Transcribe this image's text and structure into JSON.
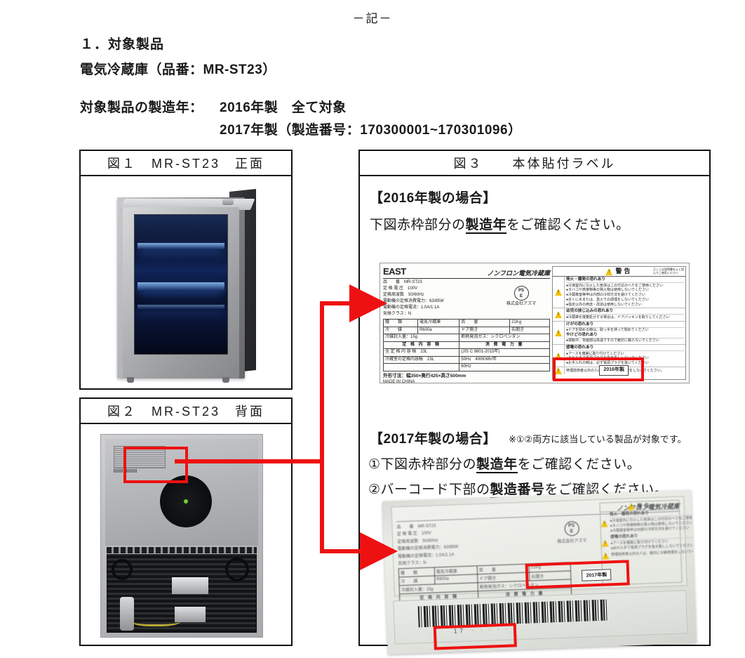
{
  "document": {
    "heading_mark": "－記－",
    "section_number": "１．対象製品",
    "product_line": "電気冷蔵庫（品番：MR-ST23）",
    "year_label": "対象製品の製造年：",
    "year_2016": "2016年製　全て対象",
    "year_2017": "2017年製（製造番号：170300001~170301096）"
  },
  "figures": {
    "fig1": {
      "caption": "図１　MR-ST23　正面"
    },
    "fig2": {
      "caption": "図２　MR-ST23　背面"
    },
    "fig3": {
      "caption": "図３　　本体貼付ラベル"
    }
  },
  "fig3_text": {
    "case_2016_title": "【2016年製の場合】",
    "case_2016_instruction_a": "下図赤枠部分の",
    "case_2016_instruction_emph": "製造年",
    "case_2016_instruction_b": "をご確認ください。",
    "case_2017_title": "【2017年製の場合】",
    "case_2017_note": "※①②両方に該当している製品が対象です。",
    "case_2017_item1_a": "①下図赤枠部分の",
    "case_2017_item1_emph": "製造年",
    "case_2017_item1_b": "をご確認ください。",
    "case_2017_item2_a": "②バーコード下部の",
    "case_2017_item2_emph": "製造番号",
    "case_2017_item2_b": "をご確認ください。"
  },
  "rating_label": {
    "brand": "EAST",
    "category": "ノンフロン電気冷蔵庫",
    "specs": [
      "品　　番　MR-ST23",
      "定 格 電 圧　100V",
      "定格周波数　50/60Hz",
      "電動機の定格消費電力：63/85W",
      "電動機の定格電流：1.0A/1.1A",
      "気候クラス：N"
    ],
    "pse_mark": "PS",
    "pse_sub": "E",
    "maker": "株式会社アズマ",
    "table_main": [
      {
        "k1": "種　　類",
        "v1": "電気冷蔵庫",
        "k2": "質　　量",
        "v2": "21Kg"
      },
      {
        "k1": "冷　　媒",
        "v1": "R600a",
        "k2": "ドア開き",
        "v2": "右開き"
      },
      {
        "k1": "冷媒封入量：15g",
        "v1": "",
        "k2": "断熱発泡ガス：シクロペンタン",
        "v2": ""
      }
    ],
    "table_capacity_header": "定 格 内 容 積",
    "table_power_header": "消 費 電 力 量",
    "capacity_rows": [
      "全 定 格 内 容 積　23L",
      "冷蔵室の定格内容積　23L"
    ],
    "power_rows": [
      "(JIS C 9801-2015年)",
      "50Hz　400KWh/年",
      "60Hz"
    ],
    "dimensions": "外形寸法：幅350×奥行425×高さ500mm",
    "made_in": "MADE IN CHINA",
    "year_chip_2016": "2016年製",
    "year_chip_2017": "2017年製"
  },
  "warning_panel": {
    "title": "警告",
    "corner_note": "正しくは説明書をよく読んでご使用ください",
    "sections": [
      {
        "heading": "発火・爆発の恐れあり",
        "items": [
          "●冷凍室内に引火した気体はこの付近のヘりをご使用ください",
          "●タバコや燃焼物等の発火物は使用しないでください",
          "●冷蔵庫室等申は内部の冷却方法を避けてください",
          "●近くに水または、直火での調理をしないでください",
          "●指定以外の用途・改造は使用しないでください"
        ]
      },
      {
        "heading": "幼児の挟じ込みの恐れあり",
        "items": [
          "●冷蔵庫を廃棄処分する場合は、ドアパッキンを取りしてください"
        ]
      },
      {
        "heading": "けがの恐れあり",
        "items": [
          "●ドアを閉める時は、取っ手を持って閉めてください"
        ]
      },
      {
        "heading": "やけどの恐れあり",
        "items": [
          "●運転中、背面部は高温ですので絶対に触らないでください"
        ]
      },
      {
        "heading": "感電の恐れあり",
        "items": [
          "●アースを確実に取り付けてください",
          "●ぬれた手で電源プラグを抜き差ししないでください",
          "●お手入れの時は、必ず電源プラグを抜いてください"
        ]
      },
      {
        "heading": "",
        "items": [
          "修理技術者以外の人は、絶対に分解修理をしないでください。"
        ]
      }
    ]
  },
  "barcode": {
    "visible_digits": "17",
    "trailing": "・・・・・・"
  },
  "colors": {
    "red_highlight": "#ee1111",
    "border": "#111111",
    "page_bg": "#ffffff"
  }
}
